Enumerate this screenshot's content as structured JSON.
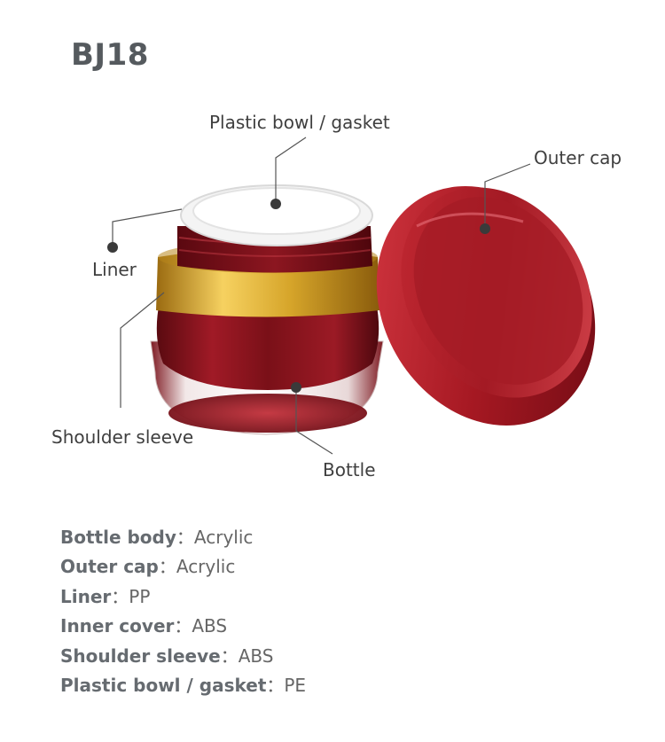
{
  "title": "BJ18",
  "labels": {
    "plastic_bowl": "Plastic bowl / gasket",
    "outer_cap": "Outer cap",
    "liner": "Liner",
    "shoulder_sleeve": "Shoulder sleeve",
    "bottle": "Bottle"
  },
  "specs": [
    {
      "part": "Bottle body",
      "sep": "：",
      "material": "Acrylic"
    },
    {
      "part": "Outer cap",
      "sep": "：",
      "material": "Acrylic"
    },
    {
      "part": "Liner",
      "sep": "：",
      "material": "PP"
    },
    {
      "part": "Inner cover",
      "sep": "：",
      "material": "ABS"
    },
    {
      "part": "Shoulder sleeve",
      "sep": "：",
      "material": "ABS"
    },
    {
      "part": "Plastic bowl / gasket",
      "sep": "：",
      "material": "PE"
    }
  ],
  "colors": {
    "jar_red": "#8e1620",
    "cap_red": "#b3202b",
    "gold": "#e0b030",
    "leader_line": "#555555"
  }
}
